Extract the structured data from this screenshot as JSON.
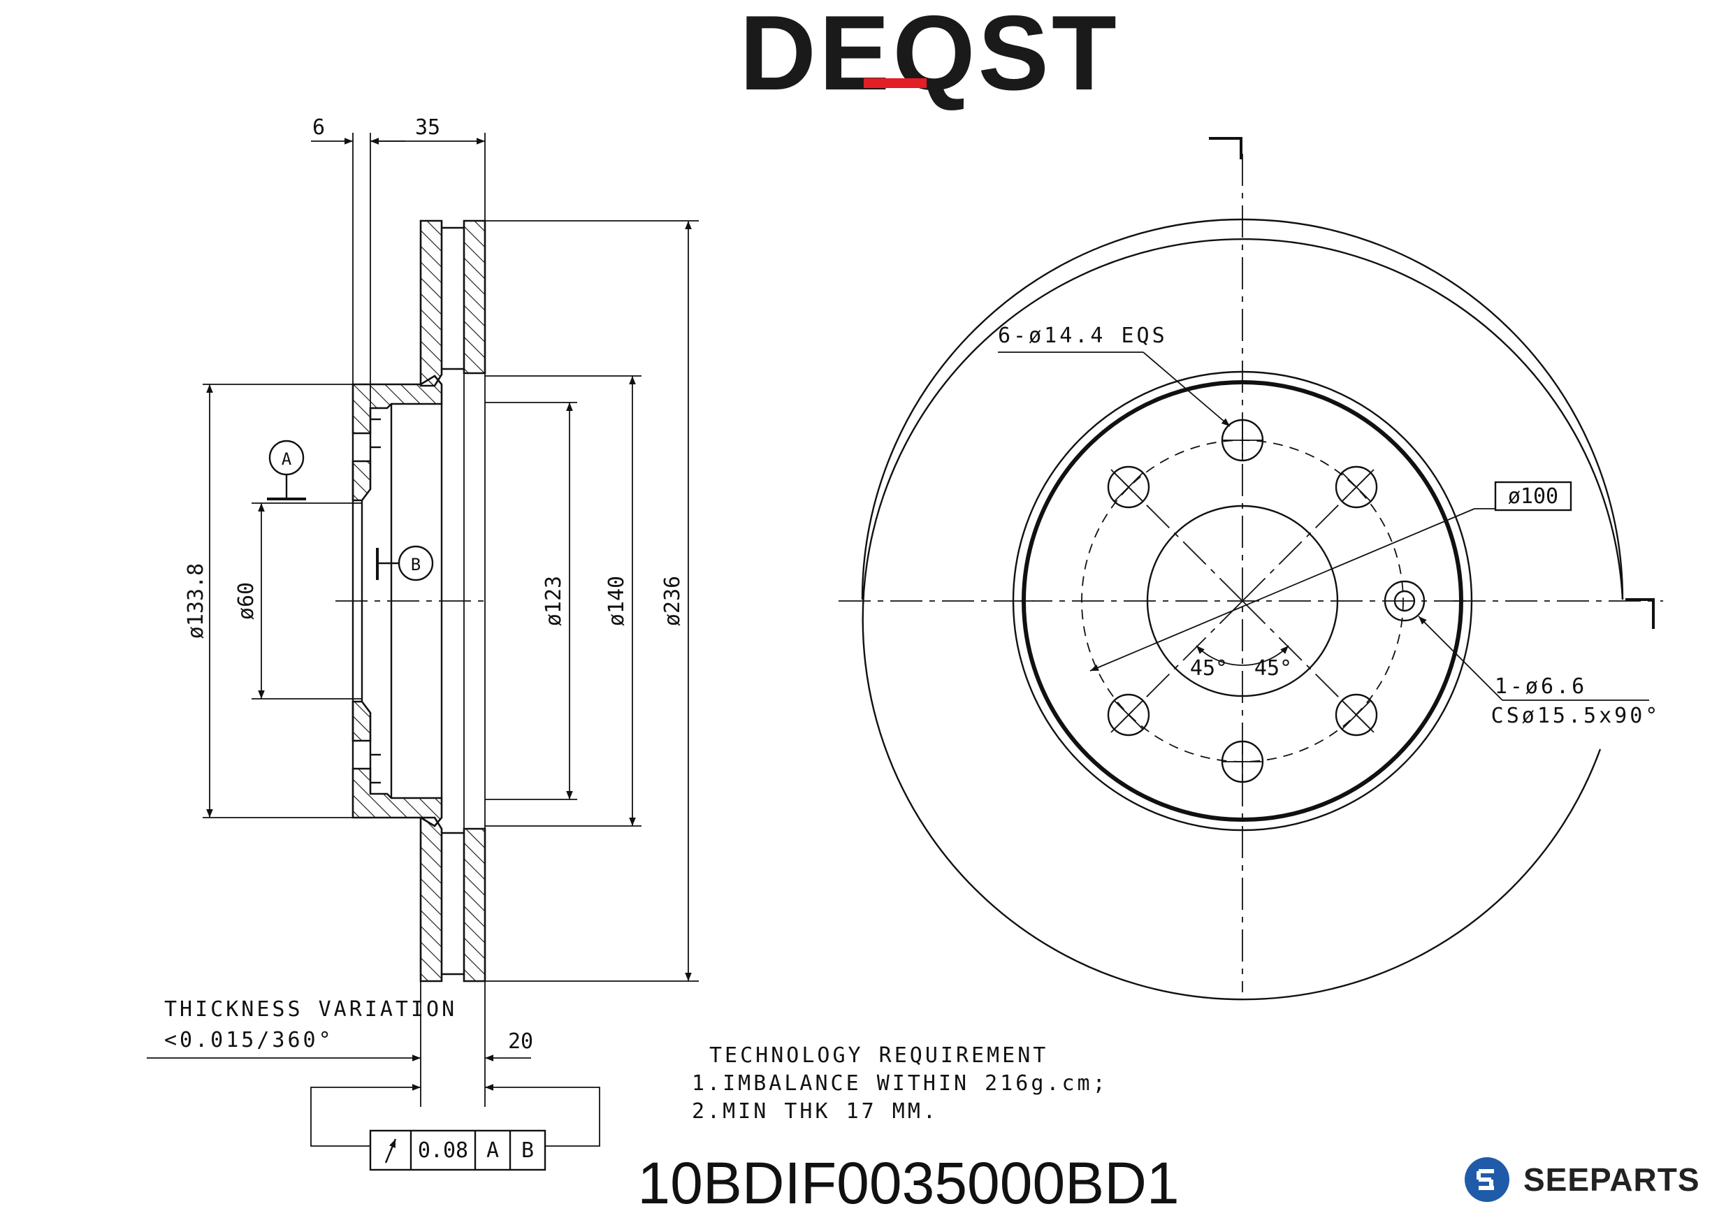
{
  "brand": {
    "logo_text": "DEQST",
    "accent_color": "#e31e24",
    "text_color": "#1a1a1a"
  },
  "section_view": {
    "dim_flange": "6",
    "dim_hat_depth": "35",
    "dim_width": "20",
    "dia_hat": "ø133.8",
    "dia_bore": "ø60",
    "dia_inner": "ø123",
    "dia_hub": "ø140",
    "dia_outer": "ø236",
    "datum_a": "A",
    "datum_b": "B",
    "thickness_variation_title": "THICKNESS VARIATION",
    "thickness_variation_value": "<0.015/360°",
    "fcf_tolerance": "0.08",
    "fcf_datum_1": "A",
    "fcf_datum_2": "B"
  },
  "plan_view": {
    "bolt_holes_note": "6-ø14.4 EQS",
    "pcd_note": "ø100",
    "angle_left": "45°",
    "angle_right": "45°",
    "screw_hole_note_1": "1-ø6.6",
    "screw_hole_note_2": "CSø15.5x90°"
  },
  "requirements": {
    "title": "TECHNOLOGY REQUIREMENT",
    "line_1": "1.IMBALANCE WITHIN 216g.cm;",
    "line_2": "2.MIN THK 17 MM."
  },
  "part_number": "10BDIF0035000BD1",
  "seeparts": {
    "name": "SEEPARTS",
    "icon_color": "#1f5ba8"
  }
}
